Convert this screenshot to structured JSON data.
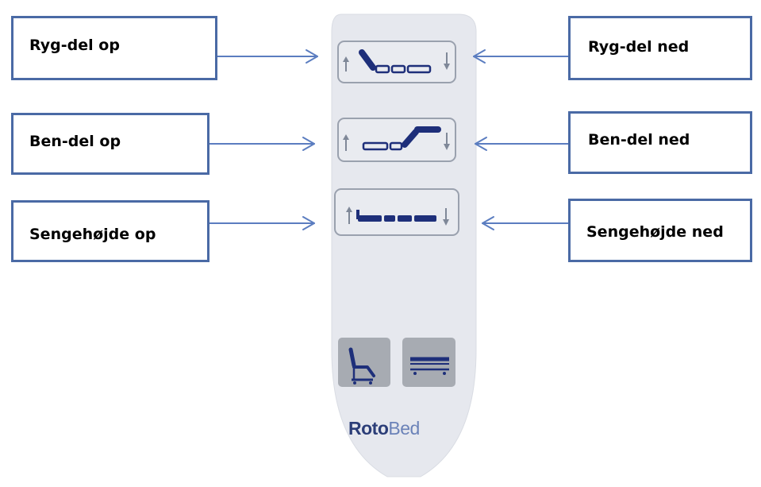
{
  "labels": {
    "ryg_op": "Ryg-del op",
    "ryg_ned": "Ryg-del ned",
    "ben_op": "Ben-del op",
    "ben_ned": "Ben-del ned",
    "seng_op": "Sengehøjde op",
    "seng_ned": "Sengehøjde ned"
  },
  "brand": {
    "part1": "Roto",
    "part2": "Bed"
  },
  "buttons": {
    "back": {
      "icon": "backrest-icon"
    },
    "leg": {
      "icon": "legrest-icon"
    },
    "height": {
      "icon": "bed-height-icon"
    },
    "chair": {
      "icon": "chair-position-icon"
    },
    "flat": {
      "icon": "flat-bed-icon"
    }
  },
  "colors": {
    "box_border": "#4a6aa5",
    "arrow": "#5b7dc0",
    "remote_body": "#e6e8ee",
    "button_outline": "#9aa1ae",
    "icon_blue": "#1e2f7a",
    "preset_bg": "#a7abb2"
  }
}
